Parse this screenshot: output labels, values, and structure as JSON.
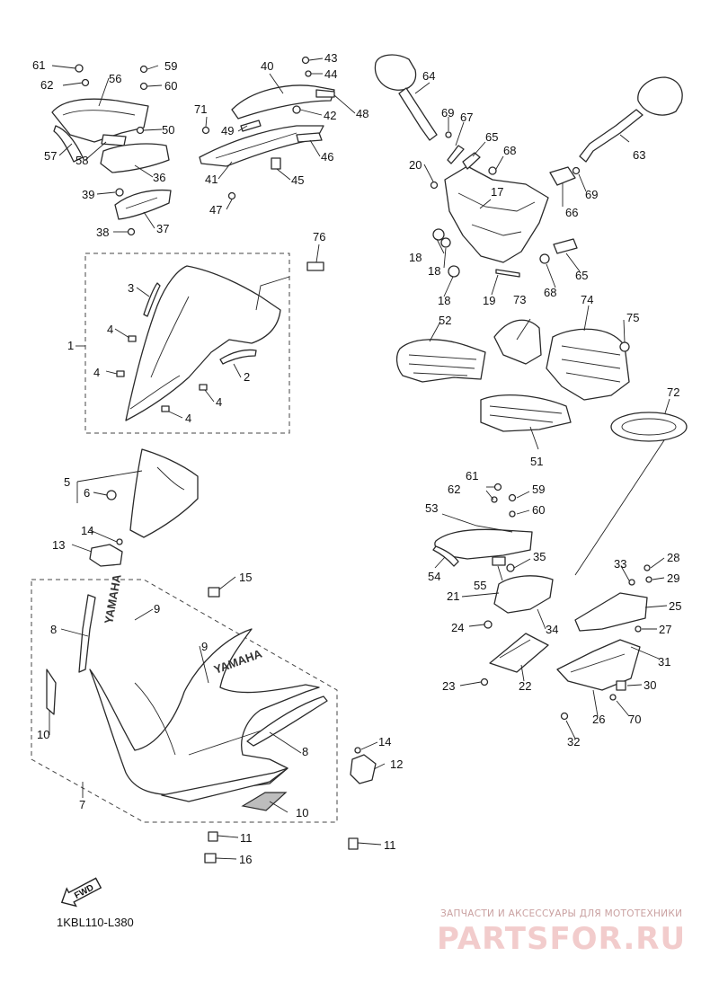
{
  "diagram_code": "1KBL110-L380",
  "fwd_label": "FWD",
  "watermark": {
    "line1": "ЗАПЧАСТИ И АКСЕССУАРЫ ДЛЯ МОТОТЕХНИКИ",
    "line2": "PARTSFOR.RU"
  },
  "decal_text": "YAMAHA",
  "callouts": {
    "c1": "1",
    "c2": "2",
    "c3": "3",
    "c4a": "4",
    "c4b": "4",
    "c4c": "4",
    "c4d": "4",
    "c5": "5",
    "c6": "6",
    "c7": "7",
    "c8a": "8",
    "c8b": "8",
    "c9a": "9",
    "c9b": "9",
    "c10a": "10",
    "c10b": "10",
    "c11a": "11",
    "c11b": "11",
    "c12": "12",
    "c13": "13",
    "c14a": "14",
    "c14b": "14",
    "c15": "15",
    "c16": "16",
    "c17": "17",
    "c18a": "18",
    "c18b": "18",
    "c18c": "18",
    "c19": "19",
    "c20": "20",
    "c21": "21",
    "c22": "22",
    "c23": "23",
    "c24": "24",
    "c25": "25",
    "c26": "26",
    "c27": "27",
    "c28": "28",
    "c29": "29",
    "c30": "30",
    "c31": "31",
    "c32": "32",
    "c33": "33",
    "c34": "34",
    "c35": "35",
    "c36": "36",
    "c37": "37",
    "c38": "38",
    "c39": "39",
    "c40": "40",
    "c41": "41",
    "c42": "42",
    "c43": "43",
    "c44": "44",
    "c45": "45",
    "c46": "46",
    "c47": "47",
    "c48": "48",
    "c49": "49",
    "c50": "50",
    "c51": "51",
    "c52": "52",
    "c53": "53",
    "c54": "54",
    "c55": "55",
    "c56": "56",
    "c57": "57",
    "c58": "58",
    "c59a": "59",
    "c59b": "59",
    "c60a": "60",
    "c60b": "60",
    "c61a": "61",
    "c61b": "61",
    "c62a": "62",
    "c62b": "62",
    "c63": "63",
    "c64": "64",
    "c65a": "65",
    "c65b": "65",
    "c66": "66",
    "c67": "67",
    "c68a": "68",
    "c68b": "68",
    "c69a": "69",
    "c69b": "69",
    "c70": "70",
    "c71": "71",
    "c72": "72",
    "c73": "73",
    "c74": "74",
    "c75": "75",
    "c76": "76"
  }
}
